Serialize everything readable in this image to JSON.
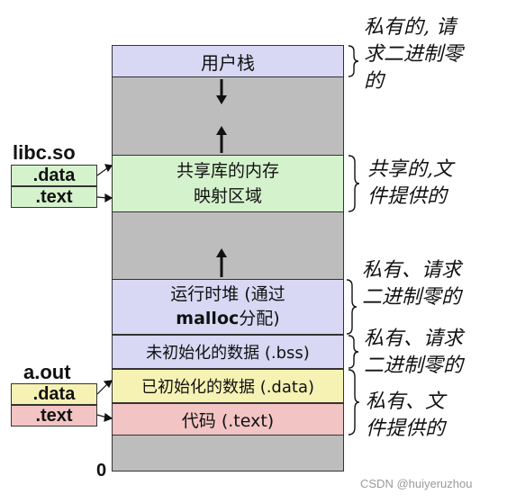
{
  "top_fragment": "",
  "segments": {
    "user_stack": "用户栈",
    "shared_lib_line1": "共享库的内存",
    "shared_lib_line2": "映射区域",
    "heap_line1": "运行时堆 (通过",
    "heap_line2_bold": "malloc",
    "heap_line2_rest": "分配)",
    "bss": "未初始化的数据 (.bss)",
    "data": "已初始化的数据 (.data)",
    "text": "代码 (.text)"
  },
  "annotations": {
    "user_stack": [
      "私有的, 请",
      "求二进制零",
      "的"
    ],
    "shared_lib": [
      "共享的,文",
      "件提供的"
    ],
    "heap": [
      "私有、请求",
      "二进制零的"
    ],
    "bss": [
      "私有、请求",
      "二进制零的"
    ],
    "data_text": [
      "私有、文",
      "件提供的"
    ]
  },
  "libc": {
    "title": "libc.so",
    "data": ".data",
    "text": ".text"
  },
  "aout": {
    "title": "a.out",
    "data": ".data",
    "text": ".text"
  },
  "zero_label": "0",
  "watermark": "CSDN @huiyeruzhou",
  "colors": {
    "user_stack": "#d8d8f4",
    "shared_lib": "#d4f2cc",
    "heap": "#d8d8f4",
    "bss": "#d8d8f4",
    "data": "#f6f2b4",
    "text": "#f2c4c4",
    "gap": "#bdbdbd"
  }
}
